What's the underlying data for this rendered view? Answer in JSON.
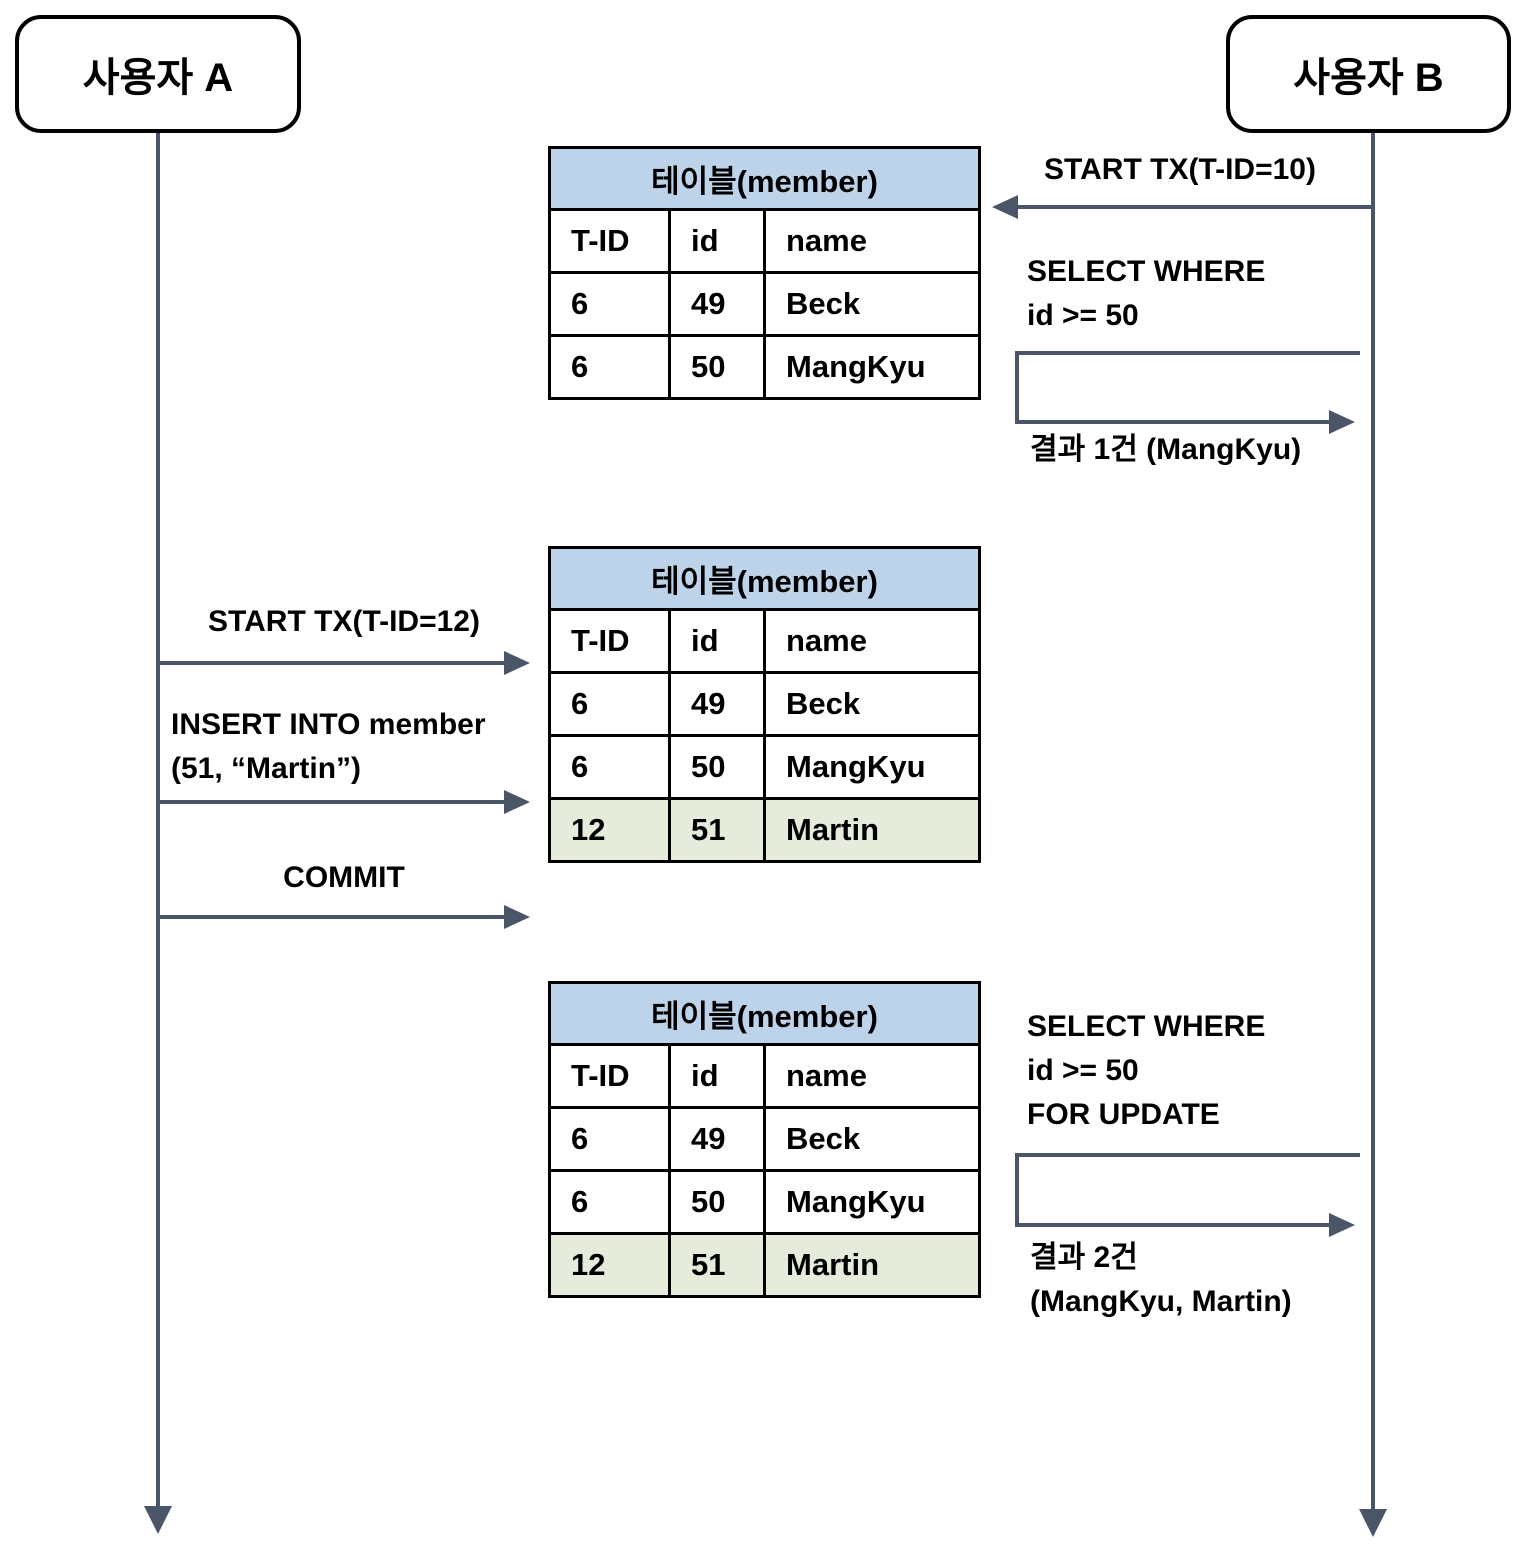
{
  "actors": {
    "a": "사용자 A",
    "b": "사용자 B"
  },
  "tables": [
    {
      "title": "테이블(member)",
      "columns": [
        "T-ID",
        "id",
        "name"
      ],
      "rows": [
        [
          "6",
          "49",
          "Beck"
        ],
        [
          "6",
          "50",
          "MangKyu"
        ]
      ]
    },
    {
      "title": "테이블(member)",
      "columns": [
        "T-ID",
        "id",
        "name"
      ],
      "rows": [
        [
          "6",
          "49",
          "Beck"
        ],
        [
          "6",
          "50",
          "MangKyu"
        ],
        [
          "12",
          "51",
          "Martin"
        ]
      ],
      "highlighted_row": [
        "12",
        "51",
        "Martin"
      ]
    },
    {
      "title": "테이블(member)",
      "columns": [
        "T-ID",
        "id",
        "name"
      ],
      "rows": [
        [
          "6",
          "49",
          "Beck"
        ],
        [
          "6",
          "50",
          "MangKyu"
        ],
        [
          "12",
          "51",
          "Martin"
        ]
      ],
      "highlighted_row": [
        "12",
        "51",
        "Martin"
      ]
    }
  ],
  "messages": {
    "start_tx_b": "START TX(T-ID=10)",
    "select_1_line1": "SELECT WHERE",
    "select_1_line2": "id >= 50",
    "result_1": "결과 1건 (MangKyu)",
    "start_tx_a": "START TX(T-ID=12)",
    "insert_line1": "INSERT INTO member",
    "insert_line2": "(51, “Martin”)",
    "commit": "COMMIT",
    "select_2_line1": "SELECT WHERE",
    "select_2_line2": "id >= 50",
    "select_2_line3": "FOR UPDATE",
    "result_2_line1": "결과 2건",
    "result_2_line2": "(MangKyu, Martin)"
  },
  "colors": {
    "arrow": "#4A5568",
    "table_title_bg": "#BDD3EA",
    "insert_row_bg": "#E5ECDC",
    "box_border": "#000000"
  }
}
